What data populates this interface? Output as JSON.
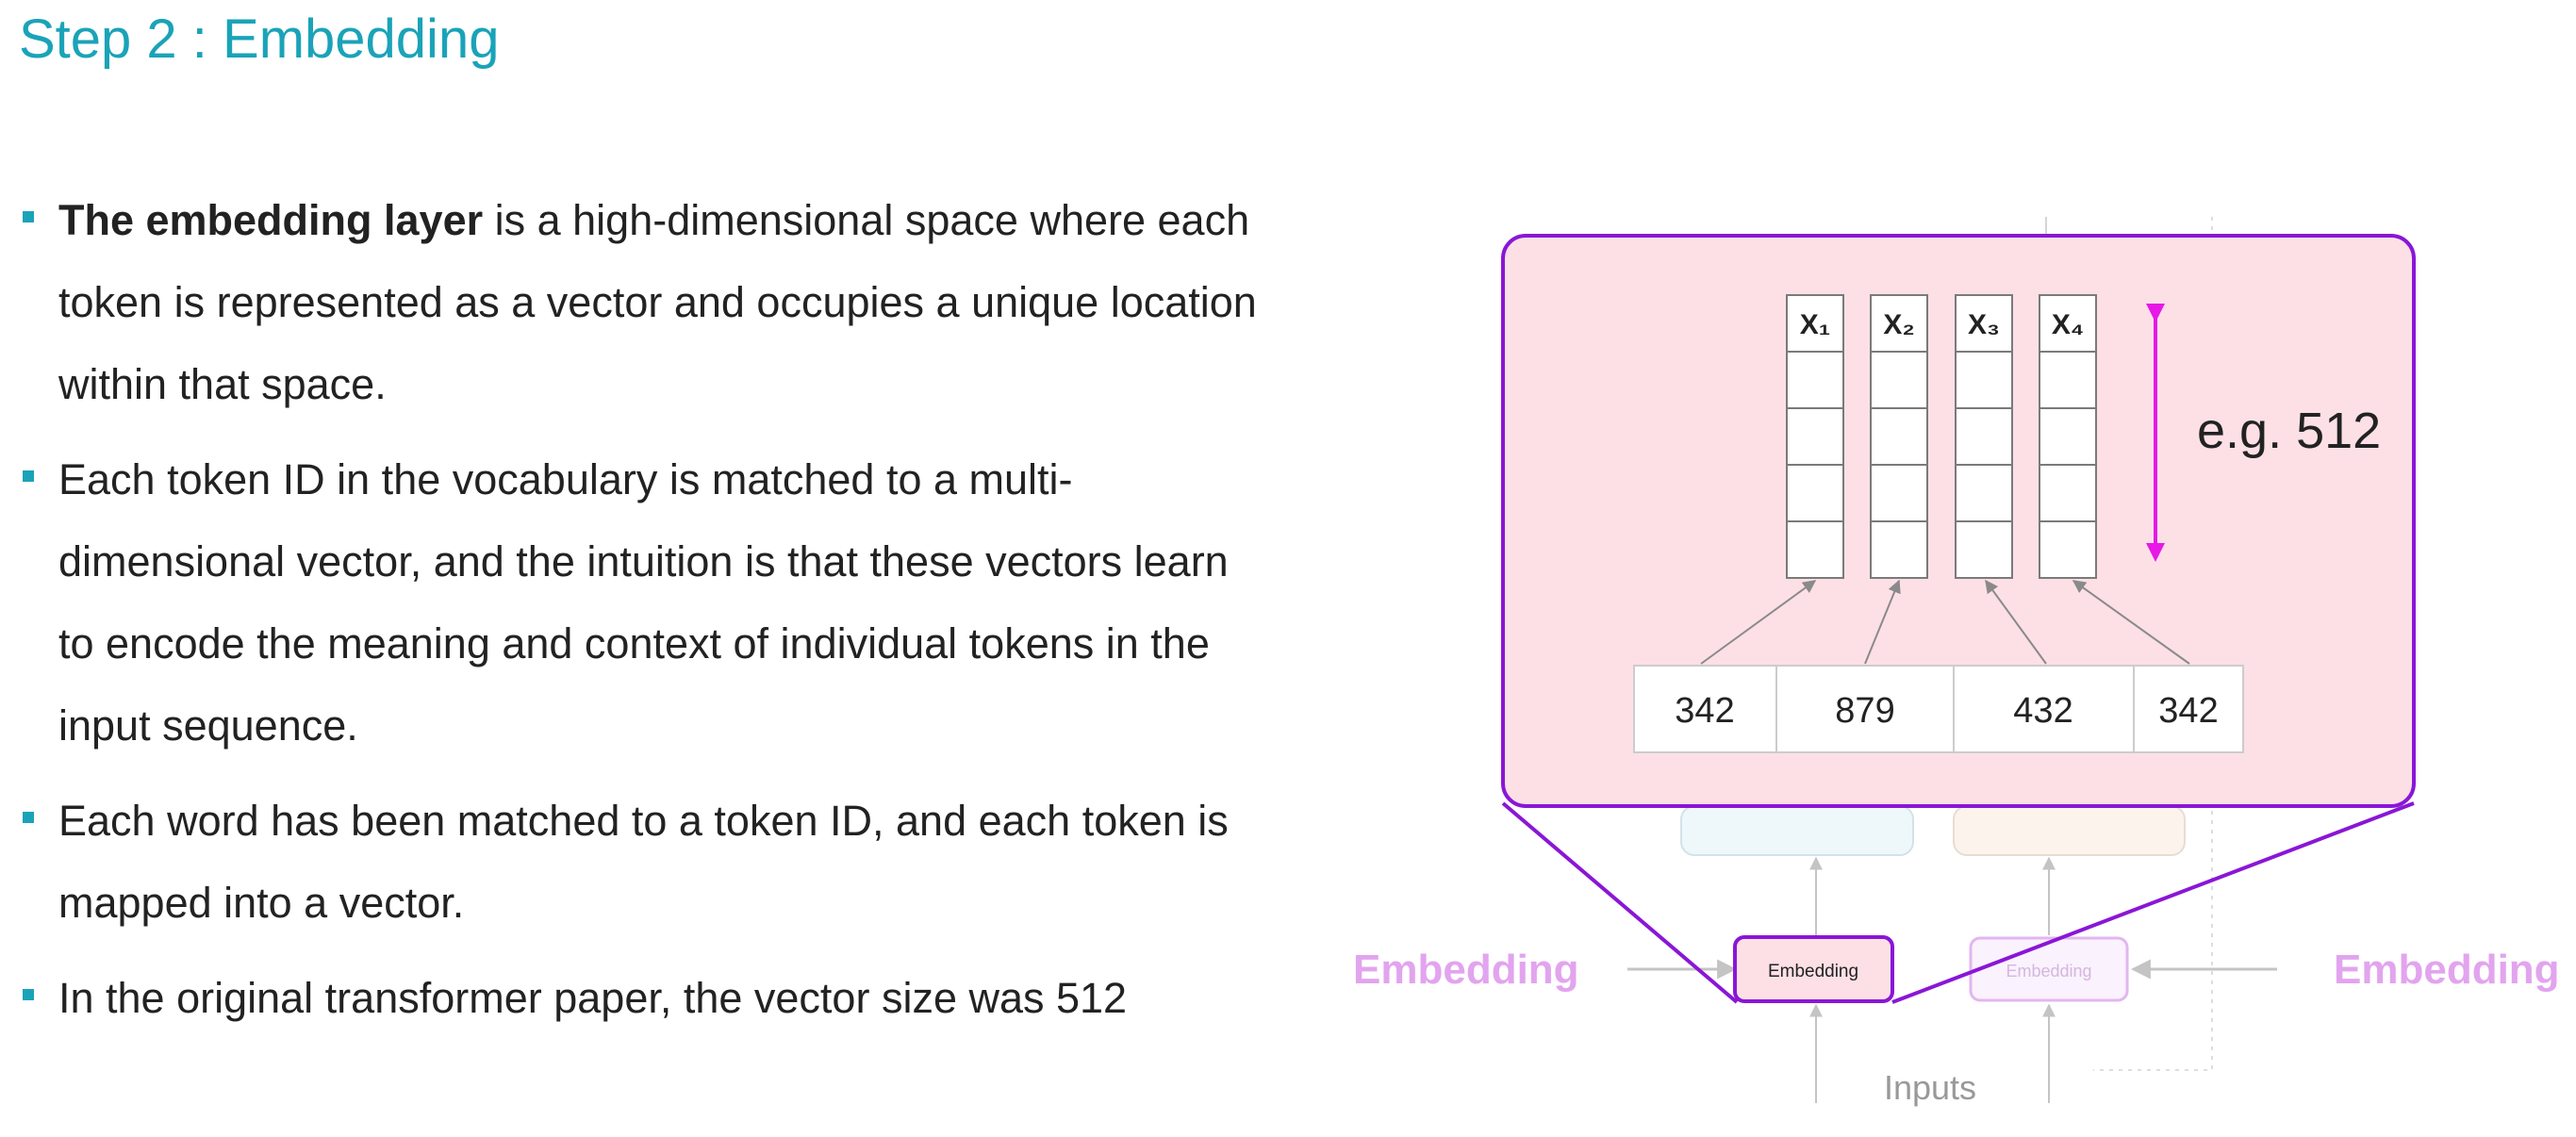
{
  "title": "Step 2 : Embedding",
  "bullets": [
    {
      "strong": "The embedding layer",
      "text": " is a high-dimensional space where each token is represented as a vector and occupies a unique location within that space."
    },
    {
      "strong": "",
      "text": "Each token ID in the vocabulary is matched to a multi-dimensional vector, and the intuition is that these vectors learn to encode the meaning and context of individual tokens in the input sequence."
    },
    {
      "strong": "",
      "text": "Each word has been matched to a token ID, and each token is mapped into a vector."
    },
    {
      "strong": "",
      "text": "In the original transformer paper, the vector size was 512"
    }
  ],
  "diagram": {
    "vector_labels": [
      "X₁",
      "X₂",
      "X₃",
      "X₄"
    ],
    "dimension_label": "e.g. 512",
    "token_ids": [
      "342",
      "879",
      "432",
      "342"
    ],
    "embedding_left": "Embedding",
    "embedding_right": "Embedding",
    "box_active": "Embedding",
    "box_faded": "Embedding",
    "inputs_label": "Inputs",
    "colors": {
      "panel_fill": "#fde0e6",
      "panel_border": "#8a16d6",
      "arrow": "#e619e6",
      "faded_label": "#e2a4ee",
      "title": "#1aa3b8"
    }
  }
}
